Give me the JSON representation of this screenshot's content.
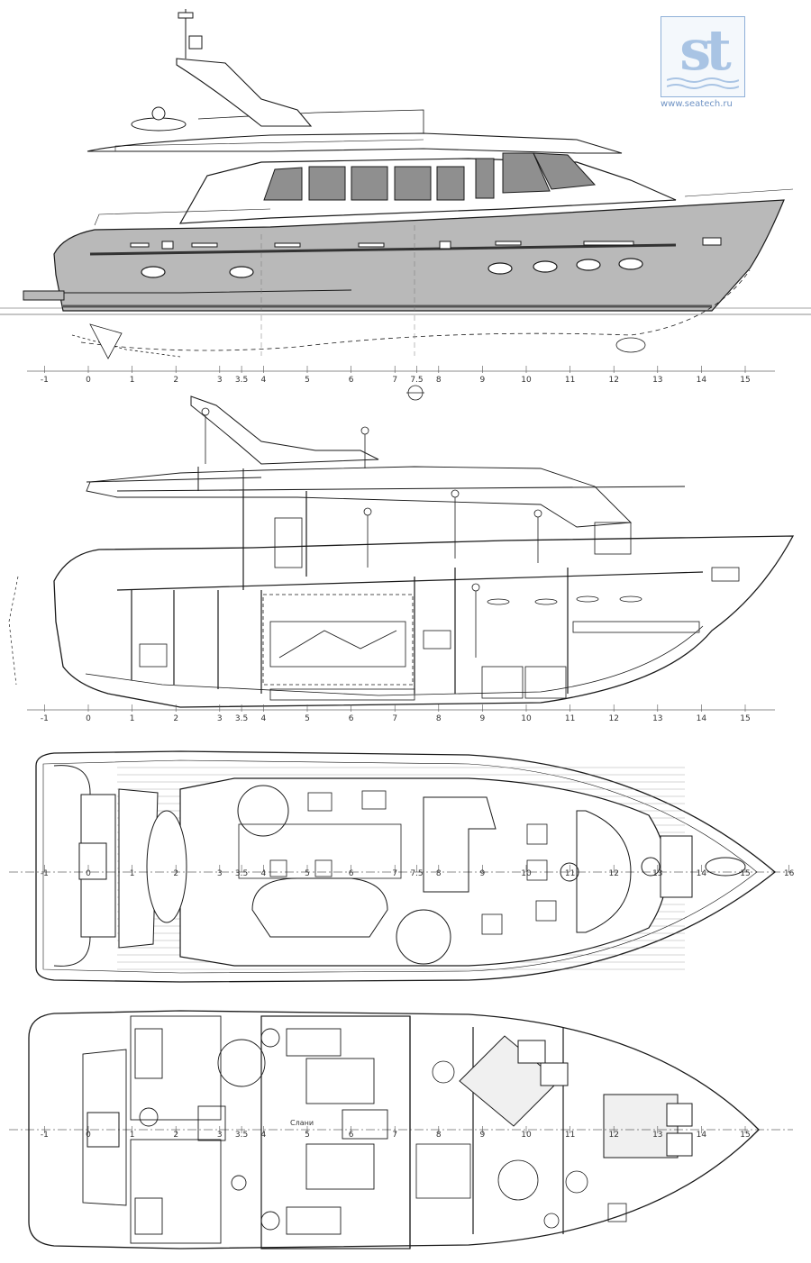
{
  "logo": {
    "letters": "st",
    "website": "www.seatech.ru"
  },
  "frame_numbers": {
    "profile": [
      "-1",
      "0",
      "1",
      "2",
      "3",
      "3.5",
      "4",
      "5",
      "6",
      "7",
      "7.5",
      "8",
      "9",
      "10",
      "11",
      "12",
      "13",
      "14",
      "15"
    ],
    "section": [
      "-1",
      "0",
      "1",
      "2",
      "3",
      "3.5",
      "4",
      "5",
      "6",
      "7",
      "8",
      "9",
      "10",
      "11",
      "12",
      "13",
      "14",
      "15"
    ],
    "deck": [
      "-1",
      "0",
      "1",
      "2",
      "3",
      "3.5",
      "4",
      "5",
      "6",
      "7",
      "7.5",
      "8",
      "9",
      "10",
      "11",
      "12",
      "13",
      "14",
      "15",
      "16"
    ],
    "lower": [
      "-1",
      "0",
      "1",
      "2",
      "3",
      "3.5",
      "4",
      "5",
      "6",
      "7",
      "8",
      "9",
      "10",
      "11",
      "12",
      "13",
      "14",
      "15"
    ]
  },
  "room_label": "Слани",
  "colors": {
    "hull_fill": "#b9b9b9",
    "window_fill": "#8f8f8f",
    "line": "#1a1a1a",
    "logo_blue": "#a9c4e4"
  }
}
